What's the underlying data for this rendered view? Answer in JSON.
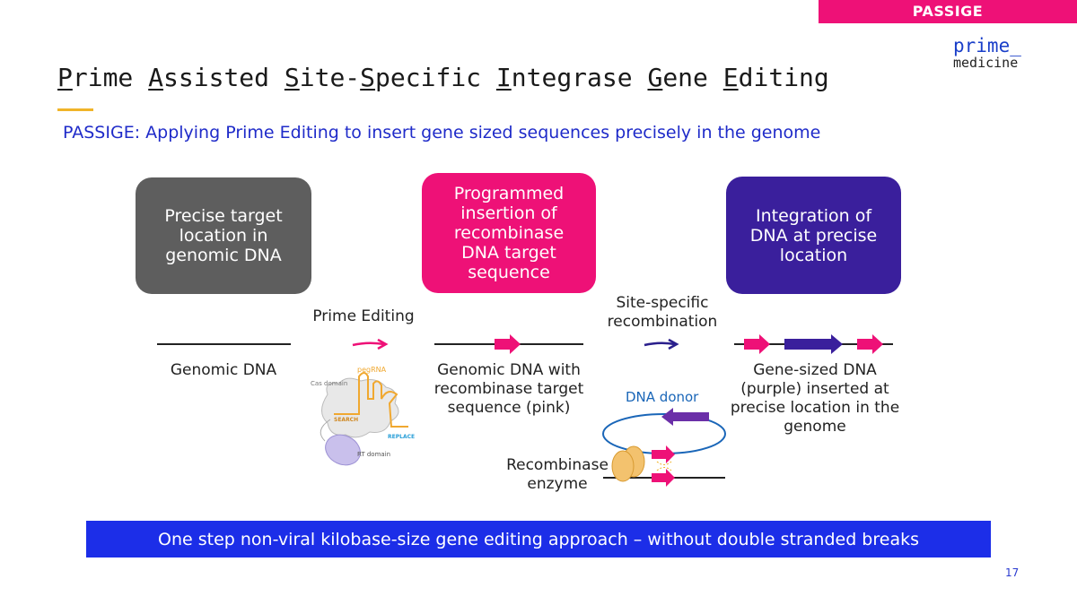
{
  "header": {
    "section_tag": "PASSIGE",
    "logo_line1": "prime_",
    "logo_line2": "medicine",
    "title_parts": [
      {
        "initial": "P",
        "rest": "rime "
      },
      {
        "initial": "A",
        "rest": "ssisted "
      },
      {
        "initial": "S",
        "rest": "ite-"
      },
      {
        "initial": "S",
        "rest": "pecific "
      },
      {
        "initial": "I",
        "rest": "ntegrase "
      },
      {
        "initial": "G",
        "rest": "ene "
      },
      {
        "initial": "E",
        "rest": "diting"
      }
    ],
    "subtitle": "PASSIGE: Applying Prime Editing to insert gene sized sequences precisely in the genome"
  },
  "steps": [
    {
      "label": "Precise target location in genomic DNA",
      "color": "#5e5e5e"
    },
    {
      "label": "Programmed insertion of recombinase DNA target sequence",
      "color": "#ee1177"
    },
    {
      "label": "Integration of DNA at precise location",
      "color": "#3a1f9c"
    }
  ],
  "transitions": {
    "prime_editing": "Prime Editing",
    "site_specific": "Site-specific recombination"
  },
  "dna_labels": {
    "genomic": "Genomic DNA",
    "with_target": "Genomic DNA with recombinase target sequence (pink)",
    "integrated": "Gene-sized DNA (purple) inserted at precise location in the genome"
  },
  "prime_editor": {
    "pegrna": "pegRNA",
    "cas_domain": "Cas domain",
    "search": "SEARCH",
    "replace": "REPLACE",
    "rt_domain": "RT domain"
  },
  "recombinase": {
    "donor": "DNA donor",
    "enzyme": "Recombinase enzyme"
  },
  "footer": {
    "banner": "One step non-viral kilobase-size gene editing approach – without double stranded breaks",
    "page_number": "17"
  },
  "colors": {
    "pink": "#ee1177",
    "purple": "#3a1f9c",
    "donor_purple": "#6b2fa8",
    "blue": "#1c2ee8",
    "gold": "#f0b429",
    "donor_ring": "#1a66b8"
  }
}
